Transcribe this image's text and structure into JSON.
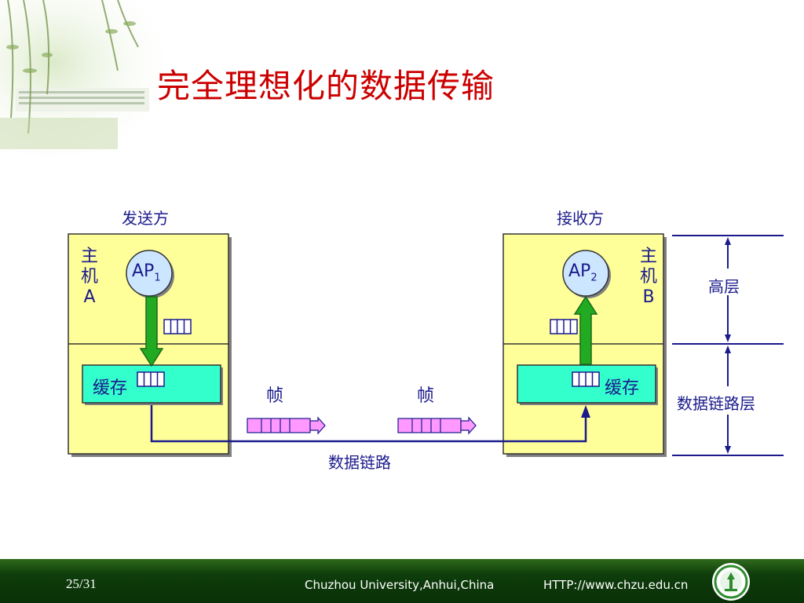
{
  "slide": {
    "title": "完全理想化的数据传输",
    "page_number": "25/31",
    "footer_university": "Chuzhou University,Anhui,China",
    "footer_url": "HTTP://www.chzu.edu.cn"
  },
  "diagram": {
    "sender_label": "发送方",
    "receiver_label": "接收方",
    "host_a": {
      "line1": "主",
      "line2": "机",
      "line3": "A",
      "ap_name": "AP",
      "ap_sub": "1"
    },
    "host_b": {
      "line1": "主",
      "line2": "机",
      "line3": "B",
      "ap_name": "AP",
      "ap_sub": "2"
    },
    "buffer_label": "缓存",
    "frame_label": "帧",
    "link_label": "数据链路",
    "layer_upper": "高层",
    "layer_datalink": "数据链路层"
  },
  "colors": {
    "title": "#cc0000",
    "host_fill": "#ffff99",
    "buffer_fill": "#33ffcc",
    "ap_fill": "#cce6ff",
    "arrow_green": "#22aa22",
    "frame_fill": "#ff99ff",
    "line_navy": "#1a1a8c",
    "footer": "#0e3d0a"
  }
}
